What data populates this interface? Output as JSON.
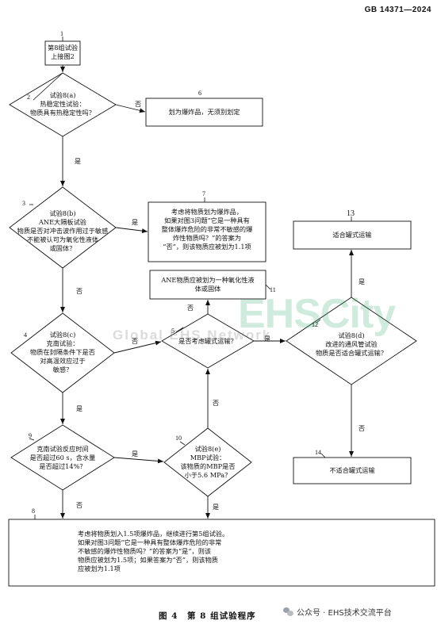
{
  "header": "GB 14371—2024",
  "numbers": {
    "n1": "1",
    "n2": "2",
    "n3": "3",
    "n4": "4",
    "n5": "5",
    "n6": "6",
    "n7": "7",
    "n8": "8",
    "n9": "9",
    "n10": "10",
    "n11": "11",
    "n12": "12",
    "n13": "13",
    "n14": "14"
  },
  "start": {
    "line1": "第8组试验",
    "line2": "上接图2"
  },
  "d2": {
    "line1": "试验8(a)",
    "line2": "热稳定性试验：",
    "line3": "物质具有热稳定性吗？"
  },
  "d3": {
    "line1": "试验8(b)",
    "line2": "ANE大隔板试验",
    "line3": "物质是否对冲击波作用过于敏感",
    "line4": "不能被认可为氧化性液体",
    "line5": "或固体？"
  },
  "d4": {
    "line1": "试验8(c)",
    "line2": "克南试验：",
    "line3": "物质在封隔条件下是否",
    "line4": "对高温效应过于",
    "line5": "敏感？"
  },
  "d5": {
    "line1": "是否考虑罐式运输？"
  },
  "d9": {
    "line1": "克南试验反应时间",
    "line2": "是否超过60 s，含水量",
    "line3": "是否超过14%？"
  },
  "d10": {
    "line1": "试验8(e)",
    "line2": "MBP试验：",
    "line3": "该物质的MBP是否",
    "line4": "小于5.6 MPa？"
  },
  "d12": {
    "line1": "试验8(d)",
    "line2": "改进的通风管试验",
    "line3": "物质是否适合罐式运输？"
  },
  "box6": {
    "line1": "划为爆炸品，无须别划定"
  },
  "box7": {
    "line1": "考虑将物质划为爆炸品，",
    "line2": "如果对图3问题“它是一种具有",
    "line3": "整体爆炸危险的非常不敏感的爆",
    "line4": "炸性物质吗？”的答案为",
    "line5": "“否”，则该物质应被划为1.1项"
  },
  "box11": {
    "line1": "ANE物质应被划为一种氧化性液",
    "line2": "体或固体"
  },
  "box13": {
    "line1": "适合罐式运输"
  },
  "box14": {
    "line1": "不适合罐式运输"
  },
  "box8": {
    "line1": "考虑将物质划入1.5项爆炸品，继续进行第5组试验。",
    "line2": "如果对图3问题“它是一种具有整体爆炸危险的非常",
    "line3": "不敏感的爆炸性物质吗？”的答案为“是”，则该",
    "line4": "物质应被划为1.5项；如果答案为“否”，则该物质",
    "line5": "应被划为1.1项"
  },
  "labels": {
    "yes": "是",
    "no": "否"
  },
  "watermark": {
    "main": "EHSCity",
    "sub": "Global EHS Network"
  },
  "caption": "图 4　第 8 组试验程序",
  "social": "公众号 · EHS技术交流平台",
  "colors": {
    "line": "#111111",
    "watermark_green": "#2aa86b",
    "watermark_gray": "#808080"
  }
}
